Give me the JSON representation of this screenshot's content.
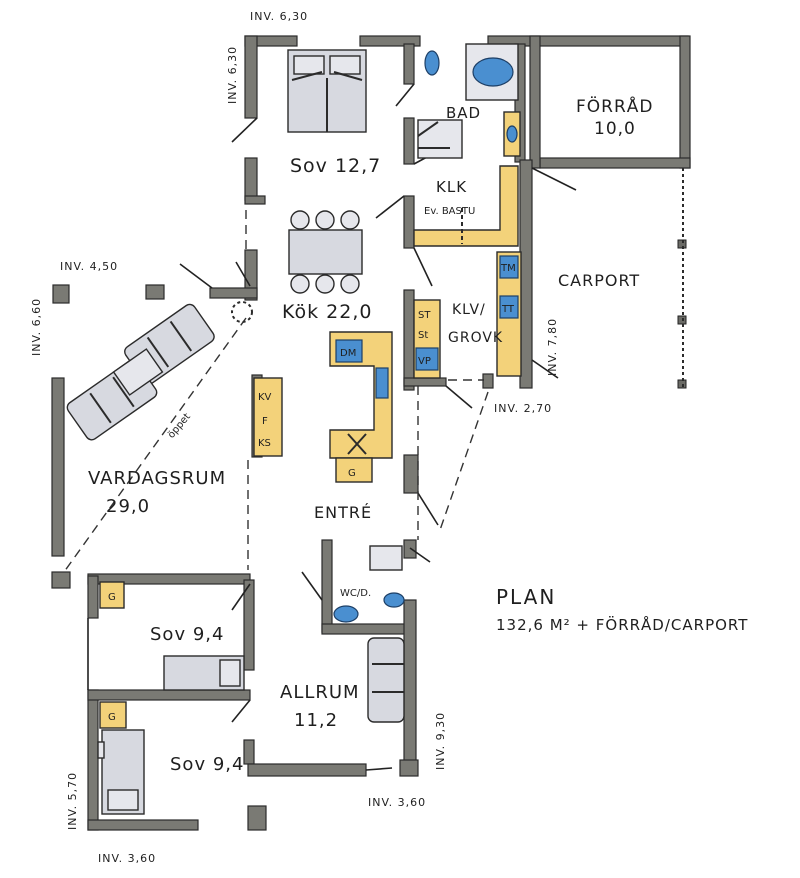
{
  "rooms": {
    "forrad": {
      "name": "FÖRRÅD",
      "area": "10,0"
    },
    "bad": "BAD",
    "sov1": "Sov 12,7",
    "klk": "KLK",
    "bastu": "Ev. BASTU",
    "carport": "CARPORT",
    "kok": "Kök 22,0",
    "klv": "KLV/",
    "grovk": "GROVK",
    "vardagsrum": {
      "name": "VARDAGSRUM",
      "area": "29,0"
    },
    "entre": "ENTRÉ",
    "wc": "WC/D.",
    "sov2": "Sov 9,4",
    "allrum": {
      "name": "ALLRUM",
      "area": "11,2"
    },
    "sov3": "Sov 9,4"
  },
  "appliances": {
    "tm": "TM",
    "tt": "TT",
    "st": "ST",
    "st2": "St",
    "vp": "VP",
    "dm": "DM",
    "kv": "KV",
    "f": "F",
    "ks": "KS",
    "g1": "G",
    "g2": "G",
    "g3": "G",
    "oppet": "öppet"
  },
  "dimensions": {
    "inv630_top": "INV. 6,30",
    "inv630_side": "INV. 6,30",
    "inv450": "INV. 4,50",
    "inv660": "INV. 6,60",
    "inv780": "INV. 7,80",
    "inv270": "INV. 2,70",
    "inv930": "INV. 9,30",
    "inv360_right": "INV. 3,60",
    "inv570": "INV. 5,70",
    "inv360_bottom": "INV. 3,60"
  },
  "caption": {
    "title": "PLAN",
    "subtitle": "132,6 M² + FÖRRÅD/CARPORT"
  }
}
